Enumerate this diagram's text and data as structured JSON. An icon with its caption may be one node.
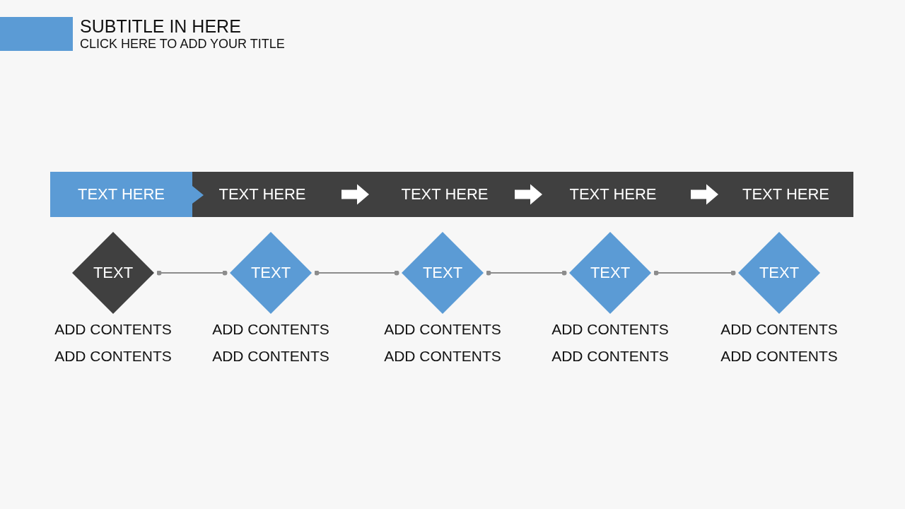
{
  "diagram": {
    "title": "SUBTITLE IN HERE",
    "nodes": [
      {
        "text": [
          "TEXT HERE"
        ]
      },
      {
        "text": [
          "TEXT HERE"
        ]
      },
      {
        "text": [
          "TEXT HERE"
        ]
      },
      {
        "text": [
          "TEXT HERE"
        ]
      },
      {
        "text": [
          "TEXT HERE"
        ]
      },
      {
        "text": [
          "TEXT"
        ],
        "beside": [
          "ADD CONTENTS",
          "ADD CONTENTS"
        ]
      },
      {
        "text": [
          "TEXT"
        ],
        "beside": [
          "ADD CONTENTS",
          "ADD CONTENTS"
        ]
      },
      {
        "text": [
          "TEXT"
        ],
        "beside": [
          "ADD CONTENTS",
          "ADD CONTENTS"
        ]
      },
      {
        "text": [
          "TEXT"
        ],
        "beside": [
          "ADD CONTENTS",
          "ADD CONTENTS"
        ]
      },
      {
        "text": [
          "TEXT"
        ],
        "beside": [
          "ADD CONTENTS",
          "ADD CONTENTS"
        ]
      }
    ],
    "edges": [
      {
        "from": 1,
        "to": 2,
        "arrow": "to",
        "style": "thick",
        "color": "#ffffff"
      },
      {
        "from": 2,
        "to": 3,
        "arrow": "to",
        "style": "thick",
        "color": "#ffffff"
      },
      {
        "from": 3,
        "to": 4,
        "arrow": "to",
        "style": "thick",
        "color": "#ffffff"
      },
      {
        "from": 5,
        "to": 6,
        "arrow": "other"
      },
      {
        "from": 6,
        "to": 7,
        "arrow": "other"
      },
      {
        "from": 7,
        "to": 8,
        "arrow": "other"
      },
      {
        "from": 8,
        "to": 9,
        "arrow": "other"
      }
    ],
    "labels": [
      "CLICK HERE TO ADD YOUR TITLE"
    ]
  }
}
